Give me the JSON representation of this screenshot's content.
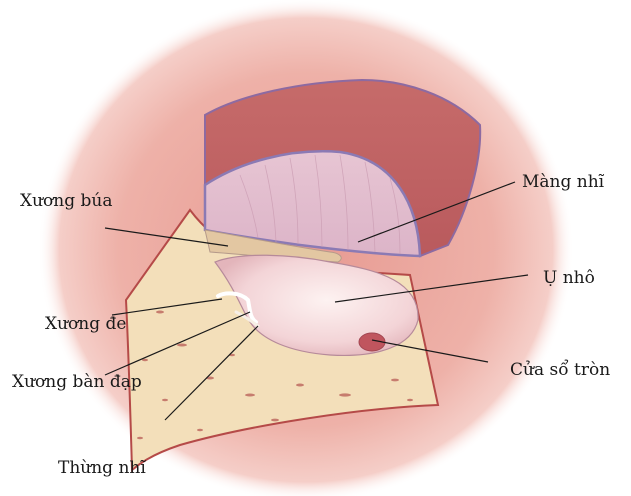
{
  "labels": {
    "malleus": "Xương búa",
    "incus": "Xương đe",
    "stapes": "Xương bàn đạp",
    "tympanic_cavity": "Thừng nhĩ",
    "tympanic_membrane": "Màng nhĩ",
    "promontory": "Ụ nhô",
    "round_window": "Cửa sổ tròn"
  }
}
